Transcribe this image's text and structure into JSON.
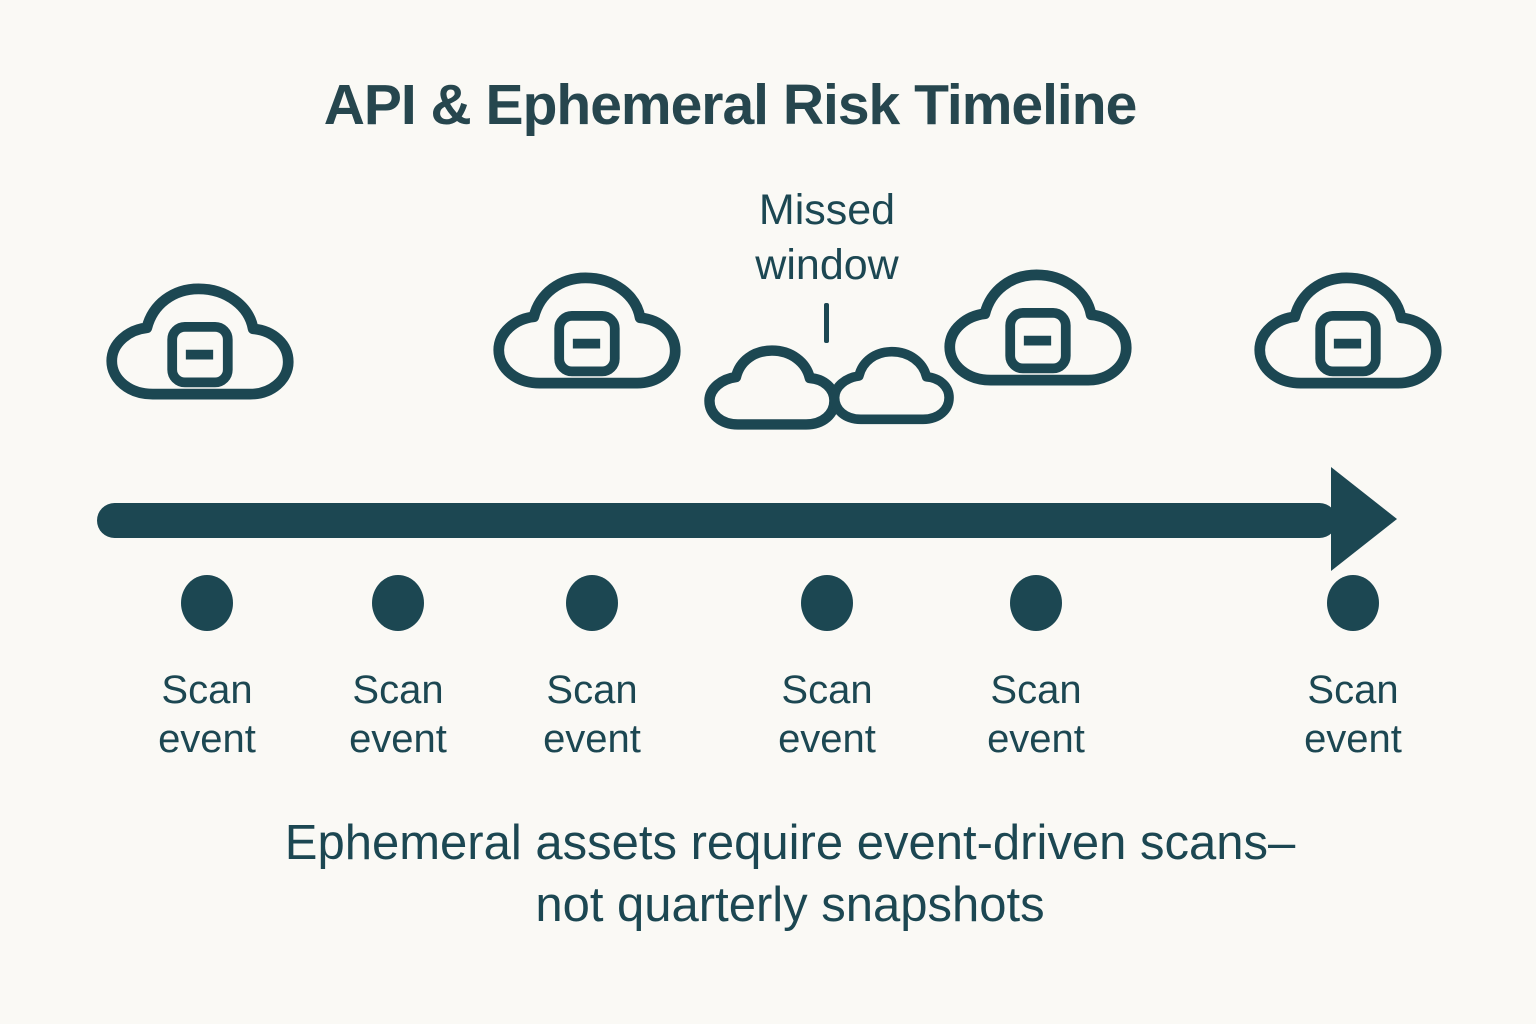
{
  "colors": {
    "ink": "#1c4752",
    "title": "#26464e",
    "background": "#faf9f5"
  },
  "title": "API & Ephemeral Risk Timeline",
  "annotation": {
    "label": "Missed window"
  },
  "icons": {
    "scanned_cloud": "cloud-with-minus-box-icon",
    "ephemeral_cloud": "cloud-outline-icon",
    "timeline": "right-arrow-timeline"
  },
  "timeline": {
    "events": [
      {
        "label": "Scan event"
      },
      {
        "label": "Scan event"
      },
      {
        "label": "Scan event"
      },
      {
        "label": "Scan event"
      },
      {
        "label": "Scan event"
      },
      {
        "label": "Scan event"
      }
    ]
  },
  "caption": {
    "line1": "Ephemeral assets require event-driven scans–",
    "line2": "not quarterly snapshots"
  }
}
